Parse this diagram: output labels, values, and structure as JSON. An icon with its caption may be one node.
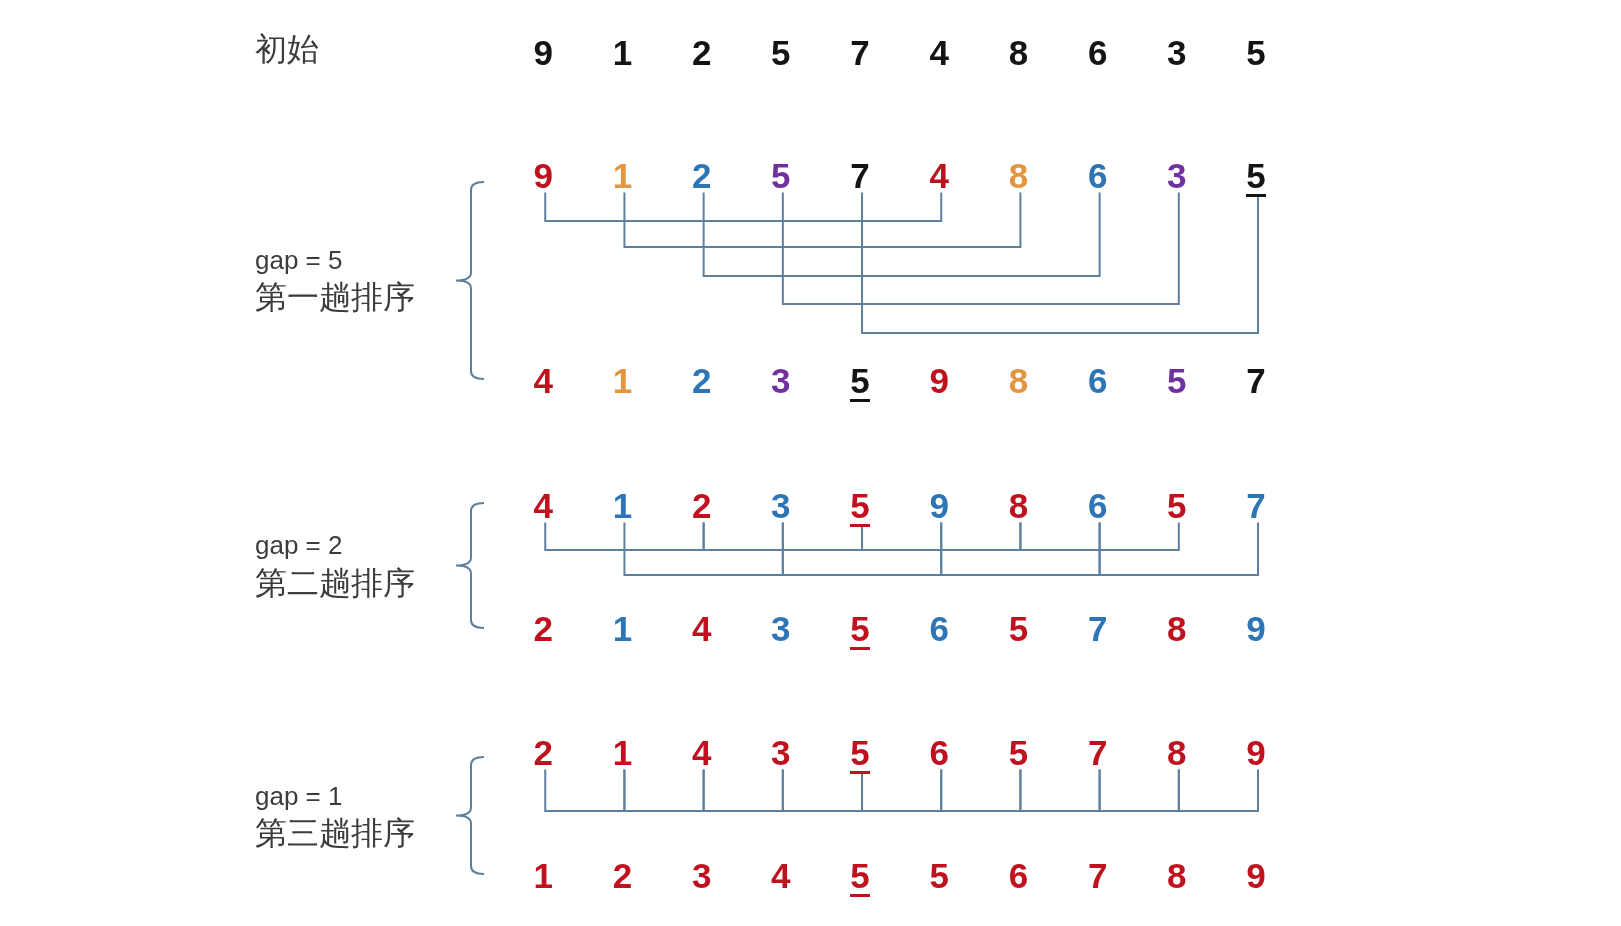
{
  "diagram": {
    "nodes": [
      {
        "text": [
          "9"
        ]
      },
      {
        "text": [
          "1"
        ]
      },
      {
        "text": [
          "2"
        ]
      },
      {
        "text": [
          "5"
        ]
      },
      {
        "text": [
          "7"
        ]
      },
      {
        "text": [
          "4"
        ]
      },
      {
        "text": [
          "8"
        ]
      },
      {
        "text": [
          "6"
        ]
      },
      {
        "text": [
          "3"
        ]
      },
      {
        "text": [
          "5"
        ]
      },
      {
        "text": [
          "4"
        ]
      },
      {
        "text": [
          "1"
        ]
      },
      {
        "text": [
          "2"
        ]
      },
      {
        "text": [
          "3"
        ]
      },
      {
        "text": [
          "5"
        ]
      },
      {
        "text": [
          "9"
        ]
      },
      {
        "text": [
          "8"
        ]
      },
      {
        "text": [
          "6"
        ]
      },
      {
        "text": [
          "5"
        ]
      },
      {
        "text": [
          "7"
        ]
      },
      {
        "text": [
          "2"
        ]
      },
      {
        "text": [
          "1"
        ]
      },
      {
        "text": [
          "4"
        ]
      },
      {
        "text": [
          "3"
        ]
      },
      {
        "text": [
          "5"
        ]
      },
      {
        "text": [
          "6"
        ]
      },
      {
        "text": [
          "5"
        ]
      },
      {
        "text": [
          "7"
        ]
      },
      {
        "text": [
          "8"
        ]
      },
      {
        "text": [
          "9"
        ]
      }
    ],
    "edges": [
      {
        "from": 0,
        "to": 5,
        "arrow": "none"
      },
      {
        "from": 1,
        "to": 6,
        "arrow": "none"
      },
      {
        "from": 2,
        "to": 7,
        "arrow": "none"
      },
      {
        "from": 3,
        "to": 8,
        "arrow": "none"
      },
      {
        "from": 4,
        "to": 9,
        "arrow": "none"
      },
      {
        "from": 10,
        "to": 12,
        "arrow": "none"
      },
      {
        "from": 12,
        "to": 14,
        "arrow": "none"
      },
      {
        "from": 14,
        "to": 16,
        "arrow": "none"
      },
      {
        "from": 16,
        "to": 18,
        "arrow": "none"
      },
      {
        "from": 11,
        "to": 13,
        "arrow": "none"
      },
      {
        "from": 13,
        "to": 15,
        "arrow": "none"
      },
      {
        "from": 15,
        "to": 17,
        "arrow": "none"
      },
      {
        "from": 17,
        "to": 19,
        "arrow": "none"
      },
      {
        "from": 20,
        "to": 21,
        "arrow": "none"
      },
      {
        "from": 21,
        "to": 22,
        "arrow": "none"
      },
      {
        "from": 22,
        "to": 23,
        "arrow": "none"
      },
      {
        "from": 23,
        "to": 24,
        "arrow": "none"
      },
      {
        "from": 24,
        "to": 25,
        "arrow": "none"
      },
      {
        "from": 25,
        "to": 26,
        "arrow": "none"
      },
      {
        "from": 26,
        "to": 27,
        "arrow": "none"
      },
      {
        "from": 27,
        "to": 28,
        "arrow": "none"
      },
      {
        "from": 28,
        "to": 29,
        "arrow": "none"
      }
    ],
    "labels": [
      "初始",
      "9",
      "1",
      "2",
      "5",
      "7",
      "4",
      "8",
      "6",
      "3",
      "5",
      "gap = 5",
      "第一趟排序",
      "4",
      "1",
      "2",
      "3",
      "5",
      "9",
      "8",
      "6",
      "5",
      "7",
      "gap = 2",
      "第二趟排序",
      "2",
      "1",
      "4",
      "3",
      "5",
      "6",
      "5",
      "7",
      "8",
      "9",
      "gap = 1",
      "第三趟排序",
      "1",
      "2",
      "3",
      "4",
      "5",
      "5",
      "6",
      "7",
      "8",
      "9"
    ]
  }
}
